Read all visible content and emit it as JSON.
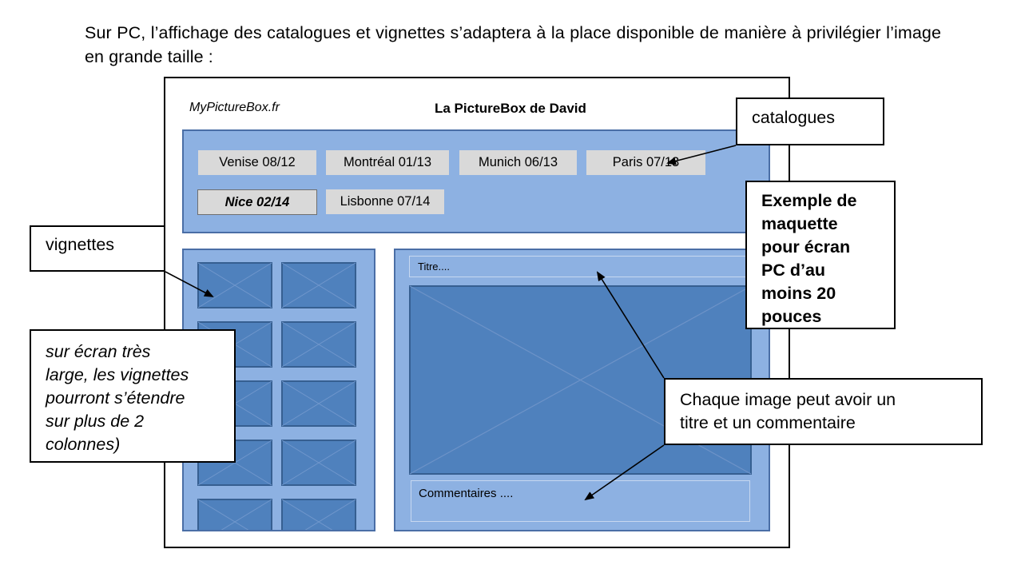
{
  "intro_text": "Sur PC, l’affichage des catalogues et vignettes s’adaptera à la place disponible de manière à privilégier l’image en grande taille :",
  "mockup": {
    "site_name": "MyPictureBox.fr",
    "site_title": "La PictureBox de David",
    "catalogues": [
      {
        "label": "Venise 08/12",
        "selected": false
      },
      {
        "label": "Montréal  01/13",
        "selected": false
      },
      {
        "label": "Munich 06/13",
        "selected": false
      },
      {
        "label": "Paris 07/13",
        "selected": false
      },
      {
        "label": "Nice 02/14",
        "selected": true
      },
      {
        "label": "Lisbonne 07/14",
        "selected": false
      }
    ],
    "thumbnail_rows": 5,
    "thumbnail_columns": 2,
    "title_field": "Titre....",
    "comment_field": "Commentaires ....",
    "colors": {
      "panel_fill": "#8db1e2",
      "panel_border": "#4a6ea6",
      "image_fill": "#4f81bd",
      "catalogue_button": "#d9d9d9"
    }
  },
  "callouts": {
    "catalogues": "catalogues",
    "vignettes": "vignettes",
    "wide_screen_lines": [
      "sur écran très",
      "large, les vignettes",
      "pourront s’étendre",
      "sur plus de 2",
      "colonnes)"
    ],
    "example_lines": [
      "Exemple de",
      "maquette",
      "pour écran",
      "PC d’au",
      "moins 20",
      "pouces"
    ],
    "chaque_lines": [
      "Chaque image peut avoir un",
      "titre et un commentaire"
    ]
  }
}
